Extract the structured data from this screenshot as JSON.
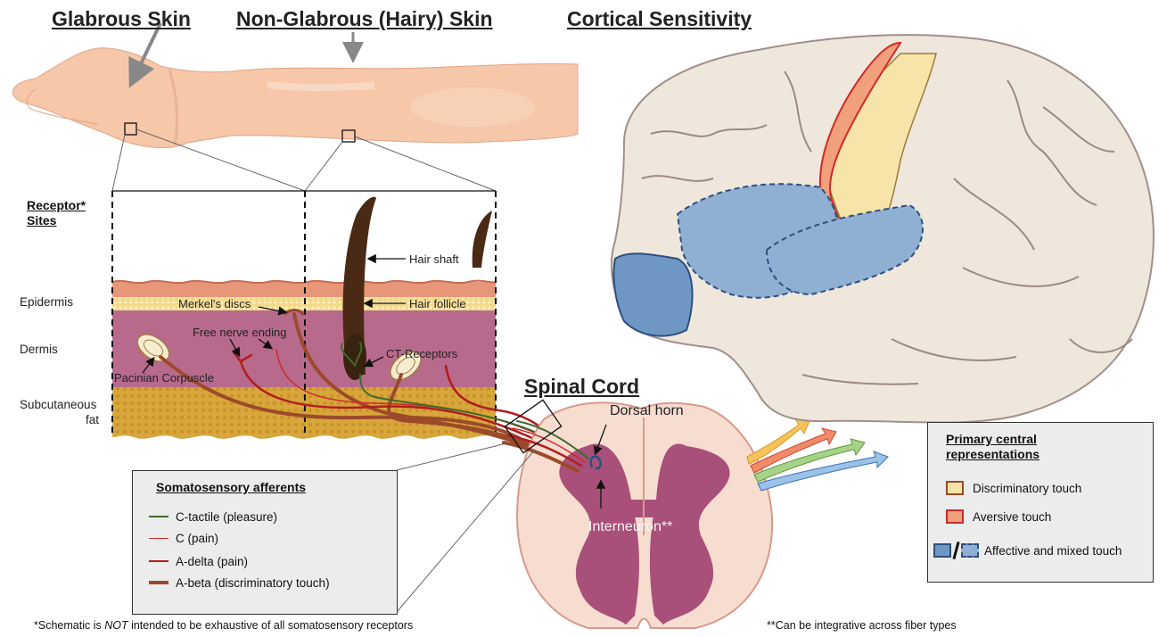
{
  "headings": {
    "glabrous": "Glabrous Skin",
    "hairy": "Non-Glabrous (Hairy) Skin",
    "cortical": "Cortical Sensitivity",
    "spinal": "Spinal Cord"
  },
  "receptor_sites": {
    "line1": "Receptor*",
    "line2": "Sites"
  },
  "skin_layers": {
    "epidermis": "Epidermis",
    "dermis": "Dermis",
    "subcutaneous_1": "Subcutaneous",
    "subcutaneous_2": "fat"
  },
  "structures": {
    "hair_shaft": "Hair shaft",
    "hair_follicle": "Hair follicle",
    "merkel": "Merkel's discs",
    "free_nerve": "Free nerve ending",
    "ct_receptors": "CT-Receptors",
    "pacinian": "Pacinian Corpuscle",
    "dorsal_horn": "Dorsal horn",
    "interneuron": "Interneuron**"
  },
  "afferents_legend": {
    "title": "Somatosensory afferents",
    "items": [
      {
        "label": "C-tactile (pleasure)",
        "color": "#3d6b2e",
        "width": 2
      },
      {
        "label": "C (pain)",
        "color": "#cc2a2a",
        "width": 1.5
      },
      {
        "label": "A-delta (pain)",
        "color": "#b01e1e",
        "width": 2.5
      },
      {
        "label": "A-beta (discriminatory touch)",
        "color": "#9b4a2a",
        "width": 4
      }
    ]
  },
  "central_legend": {
    "title_1": "Primary central",
    "title_2": "representations",
    "items": [
      {
        "label": "Discriminatory touch",
        "fill": "#f6e4a8",
        "border": "#9b4a2a"
      },
      {
        "label": "Aversive touch",
        "fill": "#f0a07a",
        "border": "#d02a2a"
      },
      {
        "label": "Affective and mixed touch",
        "fill": "#8fb0d3",
        "border": "#2d4f80"
      }
    ]
  },
  "footnotes": {
    "left_pre": "*Schematic is ",
    "left_em": "NOT",
    "left_post": " intended to be exhaustive of all somatosensory receptors",
    "right": "**Can be integrative across fiber types"
  },
  "colors": {
    "skin": "#f6c7a9",
    "epidermis": "#f1d27a",
    "dermis": "#b86a8c",
    "fat": "#d9a93a",
    "grey_matter": "#a8507a",
    "brain": "#efe7dc",
    "discriminatory": "#f6e4a8",
    "aversive": "#f0a07a",
    "affective": "#8fb0d3"
  }
}
